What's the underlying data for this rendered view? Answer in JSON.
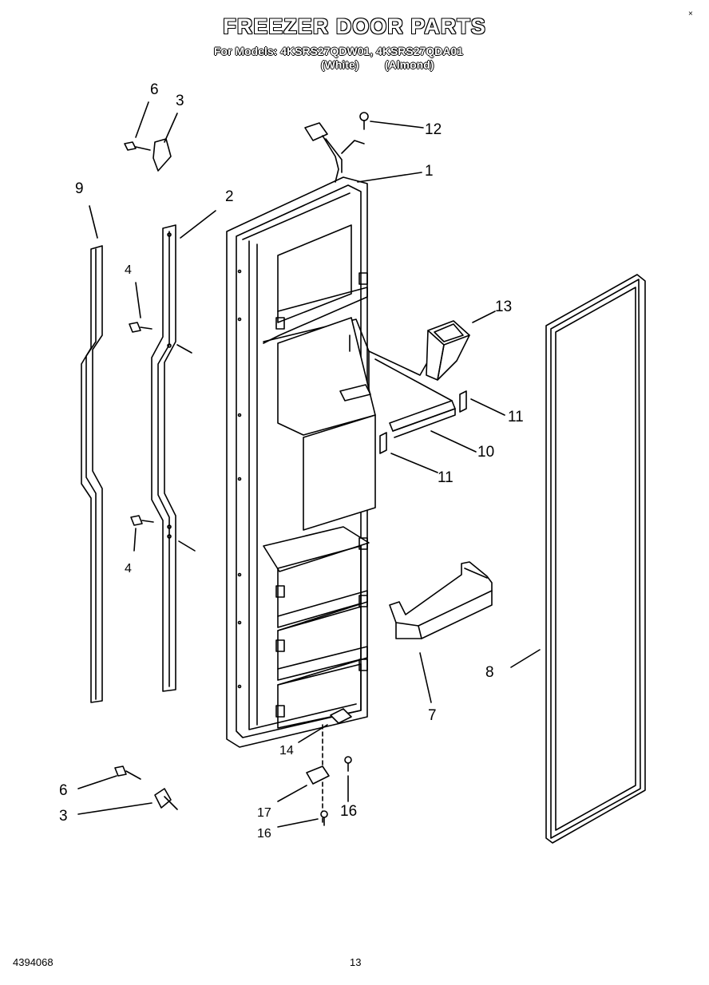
{
  "header": {
    "title": "FREEZER DOOR PARTS",
    "models_line": "For Models: 4KSRS27QDW01, 4KSRS27QDA01",
    "variant_white": "(White)",
    "variant_almond": "(Almond)",
    "corner_mark": "×"
  },
  "callouts": {
    "c1": "1",
    "c2": "2",
    "c3_top": "3",
    "c3_bottom": "3",
    "c4_top": "4",
    "c4_bottom": "4",
    "c6_top": "6",
    "c6_bottom": "6",
    "c7": "7",
    "c8": "8",
    "c9": "9",
    "c10": "10",
    "c11_upper": "11",
    "c11_lower": "11",
    "c12": "12",
    "c13": "13",
    "c14": "14",
    "c16_right": "16",
    "c16_left": "16",
    "c17": "17"
  },
  "footer": {
    "doc_number": "4394068",
    "page_number": "13"
  }
}
